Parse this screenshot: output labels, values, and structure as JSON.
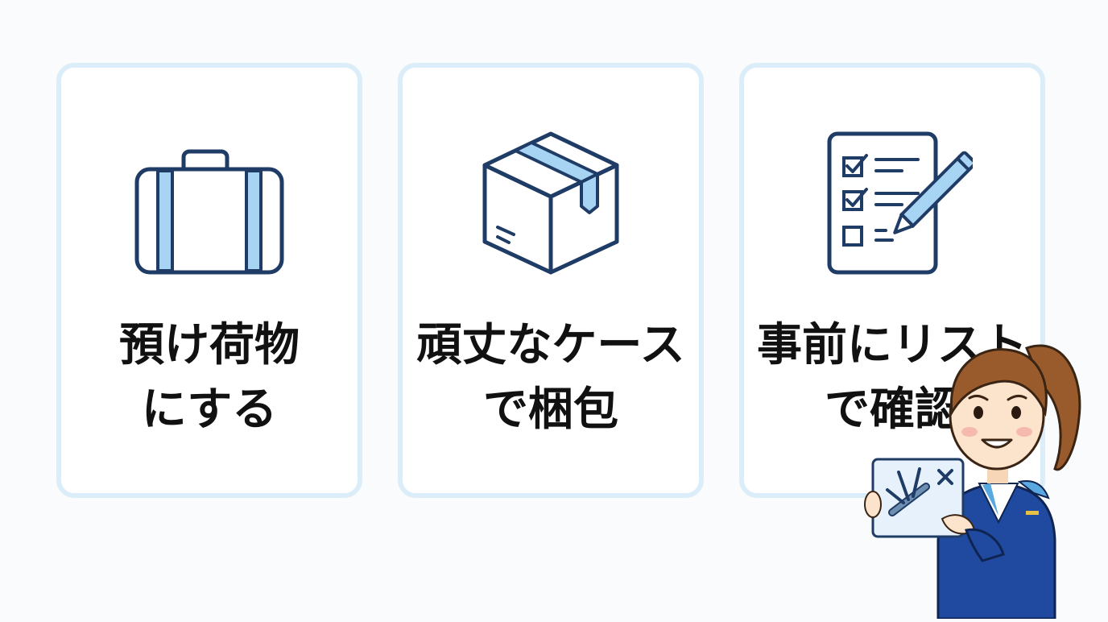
{
  "cards": [
    {
      "icon": "suitcase-icon",
      "line1": "預け荷物",
      "line2": "にする"
    },
    {
      "icon": "box-icon",
      "line1": "頑丈なケース",
      "line2": "で梱包"
    },
    {
      "icon": "checklist-icon",
      "line1": "事前にリスト",
      "line2": "で確認"
    }
  ],
  "illustration": {
    "name": "flight-attendant",
    "sign_icon": "prohibited-knife-icon"
  },
  "colors": {
    "card_border": "#dbedf8",
    "icon_stroke": "#1f3c66",
    "icon_accent": "#a8d4f3",
    "uniform": "#1f4aa0",
    "text": "#111111"
  }
}
